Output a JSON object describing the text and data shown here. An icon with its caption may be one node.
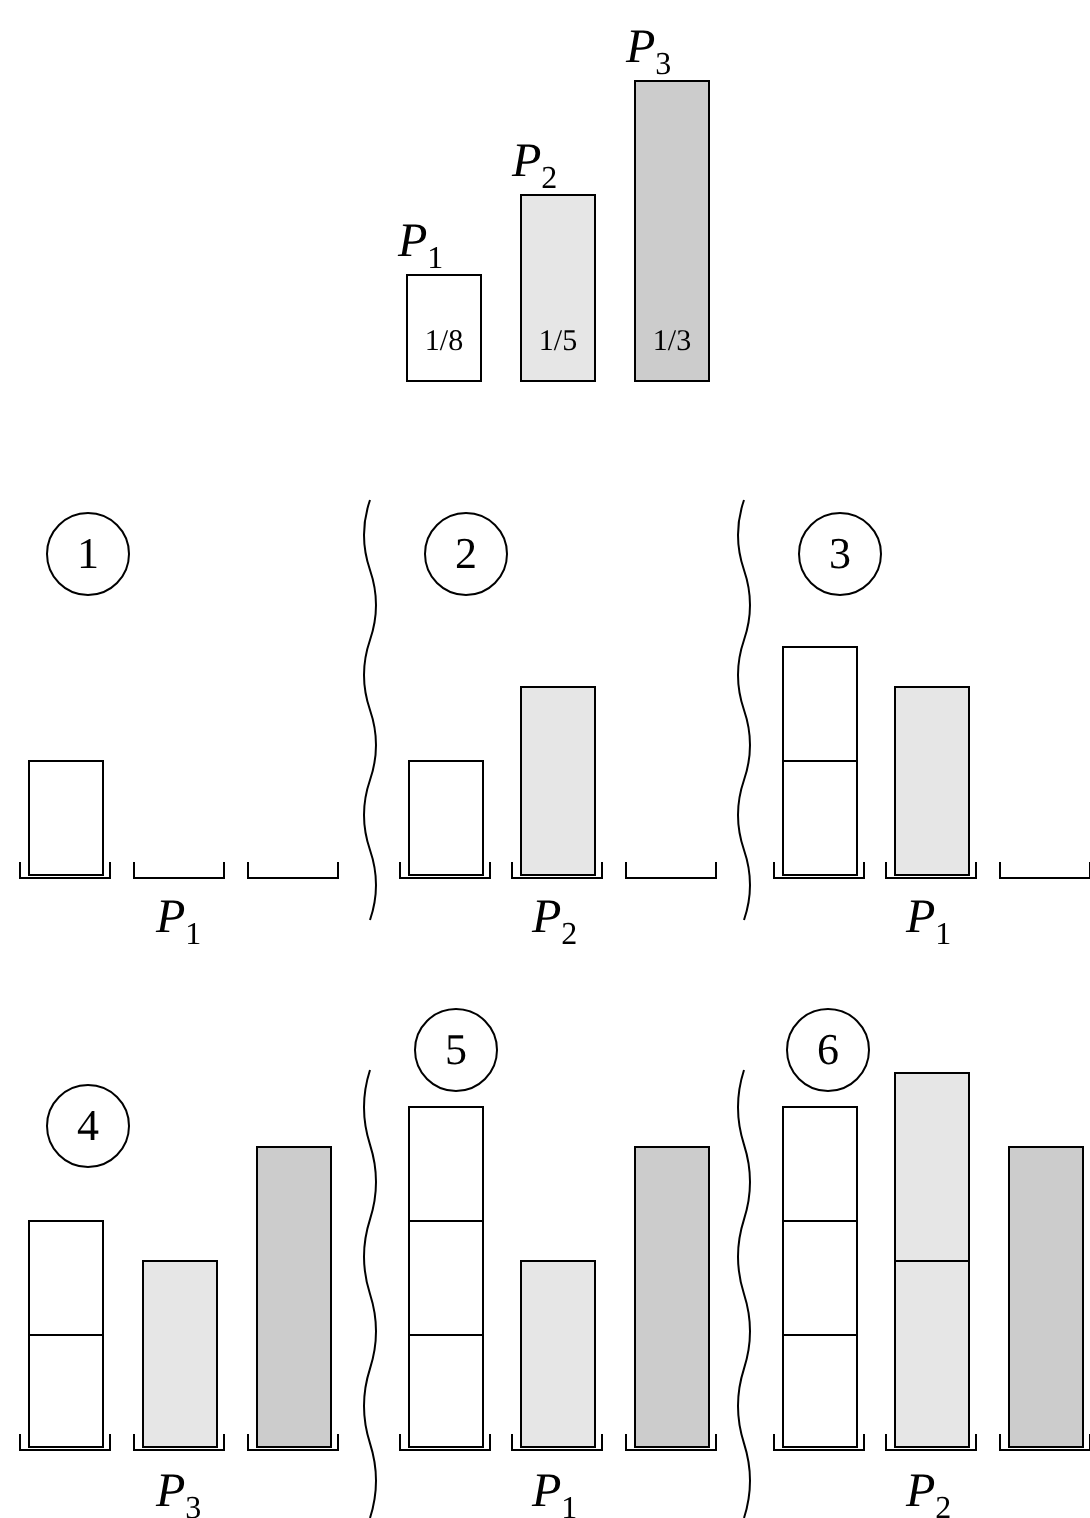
{
  "diagram": {
    "nodes": [
      {
        "text": [
          "P$_{1}$",
          "1/8"
        ]
      },
      {
        "text": [
          "P$_{2}$",
          "1/5"
        ]
      },
      {
        "text": [
          "P$_{3}$",
          "1/3"
        ]
      },
      {
        "text": [
          "1"
        ]
      },
      {
        "text": [],
        "shape": "bar"
      },
      {
        "text": [
          "2"
        ]
      },
      {
        "text": [],
        "shape": "bar"
      },
      {
        "text": [],
        "shape": "bar"
      },
      {
        "text": [
          "3"
        ]
      },
      {
        "text": [],
        "shape": "bar"
      },
      {
        "text": [],
        "shape": "bar"
      },
      {
        "text": [],
        "shape": "bar"
      },
      {
        "text": [
          "4"
        ]
      },
      {
        "text": [],
        "shape": "bar"
      },
      {
        "text": [],
        "shape": "bar"
      },
      {
        "text": [],
        "shape": "bar"
      },
      {
        "text": [],
        "shape": "bar"
      },
      {
        "text": [
          "5"
        ]
      },
      {
        "text": [],
        "shape": "bar"
      },
      {
        "text": [],
        "shape": "bar"
      },
      {
        "text": [],
        "shape": "bar"
      },
      {
        "text": [],
        "shape": "bar"
      },
      {
        "text": [],
        "shape": "bar"
      },
      {
        "text": [
          "6"
        ]
      },
      {
        "text": [],
        "shape": "bar"
      },
      {
        "text": [],
        "shape": "bar"
      },
      {
        "text": [],
        "shape": "bar"
      },
      {
        "text": [],
        "shape": "bar"
      },
      {
        "text": [],
        "shape": "bar"
      },
      {
        "text": [],
        "shape": "bar"
      }
    ],
    "labels": [
      "P$_{1}$",
      "P$_{2}$",
      "P$_{1}$",
      "P$_{3}$",
      "P$_{1}$",
      "P$_{2}$"
    ]
  }
}
